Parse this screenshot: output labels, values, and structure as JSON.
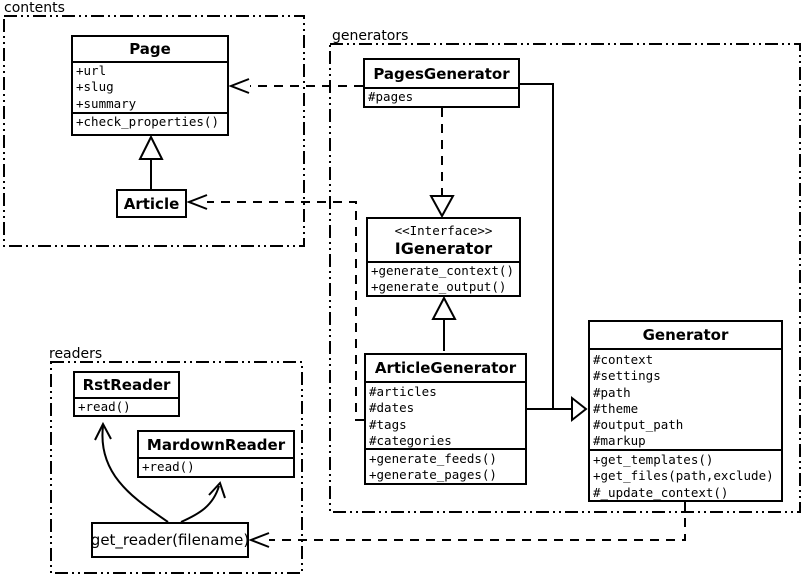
{
  "colors": {
    "ink": "#000000",
    "paper": "#ffffff"
  },
  "packages": [
    {
      "label": "contents"
    },
    {
      "label": "generators"
    },
    {
      "label": "readers"
    }
  ],
  "classes": {
    "page": {
      "name": "Page",
      "attrs": [
        "+url",
        "+slug",
        "+summary"
      ],
      "methods": [
        "+check_properties()"
      ]
    },
    "article": {
      "name": "Article"
    },
    "pages_generator": {
      "name": "PagesGenerator",
      "attrs": [
        "#pages"
      ]
    },
    "igenerator": {
      "stereotype": "<<Interface>>",
      "name": "IGenerator",
      "methods": [
        "+generate_context()",
        "+generate_output()"
      ]
    },
    "article_generator": {
      "name": "ArticleGenerator",
      "attrs": [
        "#articles",
        "#dates",
        "#tags",
        "#categories"
      ],
      "methods": [
        "+generate_feeds()",
        "+generate_pages()"
      ]
    },
    "generator": {
      "name": "Generator",
      "attrs": [
        "#context",
        "#settings",
        "#path",
        "#theme",
        "#output_path",
        "#markup"
      ],
      "methods": [
        "+get_templates()",
        "+get_files(path,exclude)",
        "#_update_context()"
      ]
    },
    "rst_reader": {
      "name": "RstReader",
      "methods": [
        "+read()"
      ]
    },
    "markdown_reader": {
      "name": "MardownReader",
      "methods": [
        "+read()"
      ]
    },
    "get_reader": {
      "name": "get_reader(filename)"
    }
  }
}
